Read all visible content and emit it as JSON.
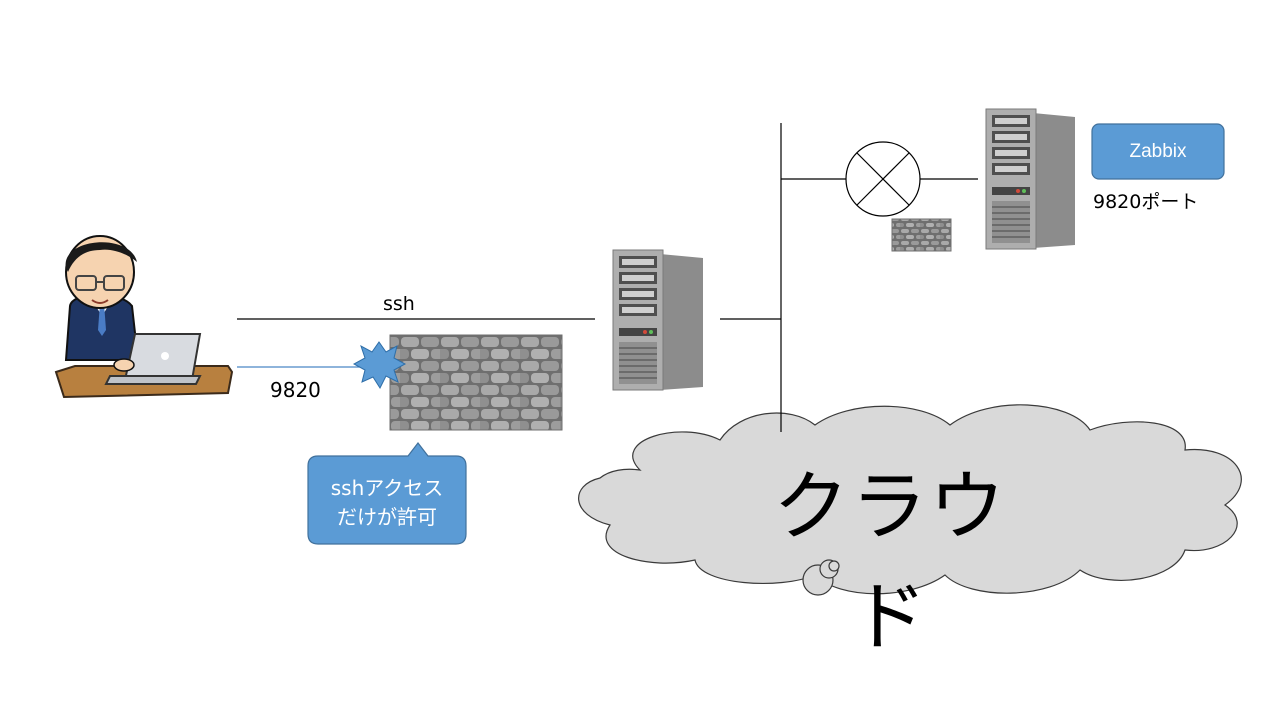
{
  "labels": {
    "ssh_line": "ssh",
    "port_line": "9820",
    "zabbix_port": "9820ポート"
  },
  "callout": {
    "line1": "sshアクセス",
    "line2": "だけが許可"
  },
  "zabbix_button": "Zabbix",
  "cloud_label": "クラウド",
  "colors": {
    "callout_fill": "#5b9bd5",
    "cloud_fill": "#d9d9d9",
    "blocked_line": "#4a86c5"
  },
  "icons": [
    "person-at-laptop-icon",
    "server-icon",
    "brick-wall-icon",
    "blocked-burst-icon",
    "circle-x-switch-icon",
    "cloud-icon"
  ]
}
